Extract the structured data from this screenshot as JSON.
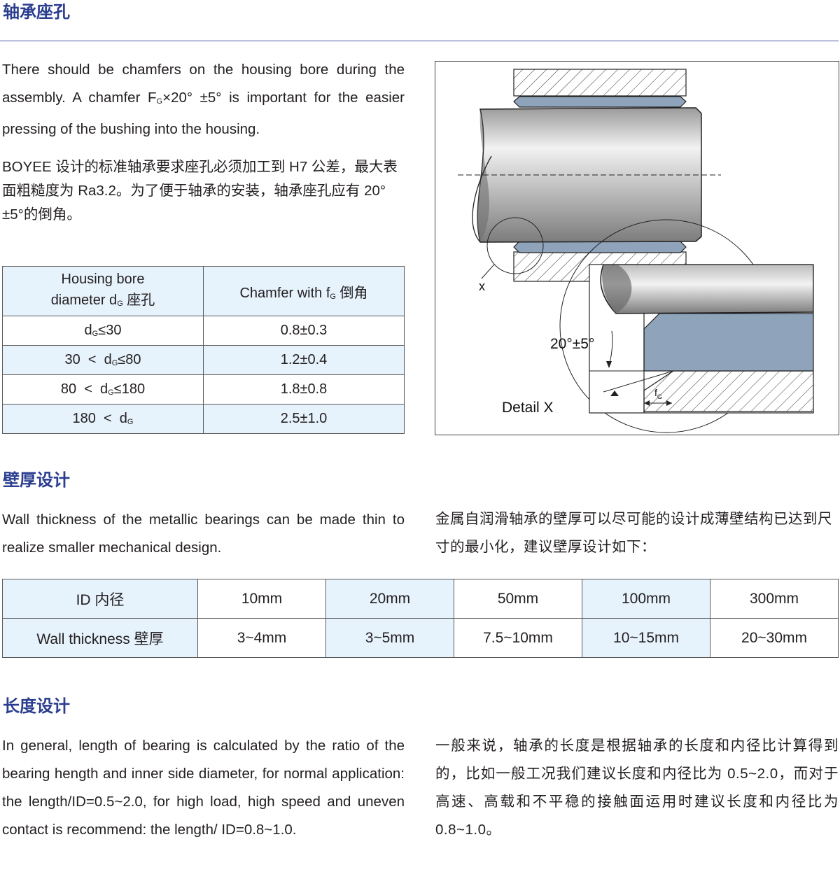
{
  "sections": {
    "bore": {
      "title": "轴承座孔",
      "en_text_a": "There should be chamfers on the housing bore during the assembly. A chamfer F",
      "en_text_sub": "G",
      "en_text_b": "×20° ±5° is important for the easier pressing of the bushing into the housing.",
      "zh_text": "BOYEE 设计的标准轴承要求座孔必须加工到 H7 公差，最大表面粗糙度为 Ra3.2。为了便于轴承的安装，轴承座孔应有 20° ±5°的倒角。",
      "table": {
        "header_col1_line1": "Housing bore",
        "header_col1_line2a": "diameter d",
        "header_col1_sub": "G",
        "header_col1_line2b": " 座孔",
        "header_col2_a": "Chamfer with f",
        "header_col2_sub": "G",
        "header_col2_b": " 倒角",
        "rows": [
          {
            "pre": "d",
            "sub": "G",
            "post": "≤30",
            "chamfer": "0.8±0.3"
          },
          {
            "pre": "30  <  d",
            "sub": "G",
            "post": "≤80",
            "chamfer": "1.2±0.4"
          },
          {
            "pre": "80  <  d",
            "sub": "G",
            "post": "≤180",
            "chamfer": "1.8±0.8"
          },
          {
            "pre": "180  <  d",
            "sub": "G",
            "post": "",
            "chamfer": "2.5±1.0"
          }
        ]
      },
      "figure": {
        "label_x": "x",
        "angle": "20°±5°",
        "fg_main": "f",
        "fg_sub": "G",
        "detail": "Detail X",
        "colors": {
          "bushing": "#8fa4bb",
          "shaft_light": "#f2f2f2",
          "shaft_dark": "#7c7c7c"
        }
      }
    },
    "wall": {
      "title": "壁厚设计",
      "en_text": "Wall thickness of the metallic bearings can be made thin to realize smaller mechanical design.",
      "zh_text": "金属自润滑轴承的壁厚可以尽可能的设计成薄壁结构已达到尺寸的最小化，建议壁厚设计如下：",
      "table": {
        "row1_label": "ID 内径",
        "row2_label": "Wall thickness 壁厚",
        "ids": [
          "10mm",
          "20mm",
          "50mm",
          "100mm",
          "300mm"
        ],
        "thickness": [
          "3~4mm",
          "3~5mm",
          "7.5~10mm",
          "10~15mm",
          "20~30mm"
        ]
      }
    },
    "length": {
      "title": "长度设计",
      "en_text": "In general, length of bearing is calculated by the ratio of the bearing hength and inner side diameter, for normal application: the length/ID=0.5~2.0, for high load, high speed and uneven contact is recommend: the length/ ID=0.8~1.0.",
      "zh_text": "一般来说，轴承的长度是根据轴承的长度和内径比计算得到的，比如一般工况我们建议长度和内径比为 0.5~2.0，而对于高速、高载和不平稳的接触面运用时建议长度和内径比为 0.8~1.0。"
    }
  },
  "colors": {
    "heading": "#2a3d8f",
    "table_tint": "#e6f2fc",
    "border": "#5a5a5a"
  }
}
